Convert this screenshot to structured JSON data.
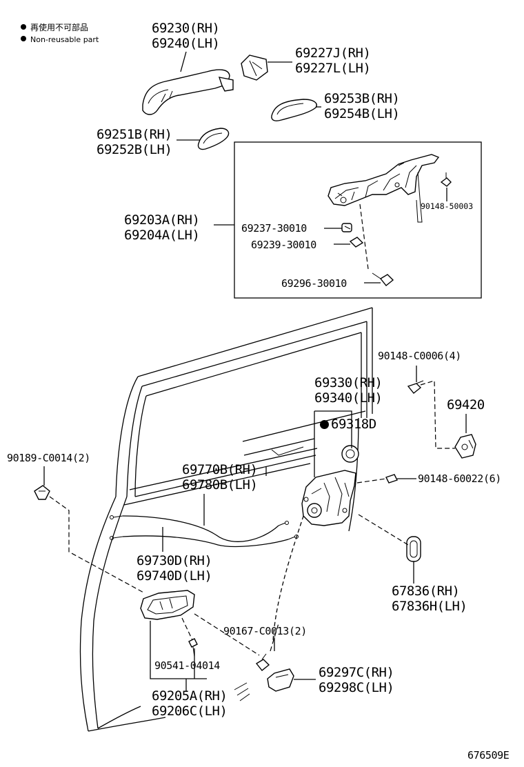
{
  "legend": {
    "note_jp": "再使用不可部品",
    "note_en": "Non-reusable part"
  },
  "callouts": {
    "handle_outer_rh": "69230(RH)",
    "handle_outer_lh": "69240(LH)",
    "cover_rh": "69227J(RH)",
    "cover_lh": "69227L(LH)",
    "pad_front_rh": "69253B(RH)",
    "pad_front_lh": "69254B(LH)",
    "pad_rear_rh": "69251B(RH)",
    "pad_rear_lh": "69252B(LH)",
    "frame_rh": "69203A(RH)",
    "frame_lh": "69204A(LH)",
    "frame_screw": "90148-50003",
    "part_69237": "69237-30010",
    "part_69239": "69239-30010",
    "part_69296": "69296-30010",
    "screw_4": "90148-C0006(4)",
    "lock_rh": "69330(RH)",
    "lock_lh": "69340(LH)",
    "lock_sub": "69318D",
    "striker": "69420",
    "screw_6": "90148-60022(6)",
    "clip_2": "90189-C0014(2)",
    "cable_rh": "69770B(RH)",
    "cable_lh": "69780B(LH)",
    "cable2_rh": "69730D(RH)",
    "cable2_lh": "69740D(LH)",
    "seal_rh": "67836(RH)",
    "seal_lh": "67836H(LH)",
    "screw_2": "90167-C0013(2)",
    "inner_screw": "90541-04014",
    "knob_rh": "69297C(RH)",
    "knob_lh": "69298C(LH)",
    "inner_rh": "69205A(RH)",
    "inner_lh": "69206C(LH)"
  },
  "figure_id": "676509E"
}
